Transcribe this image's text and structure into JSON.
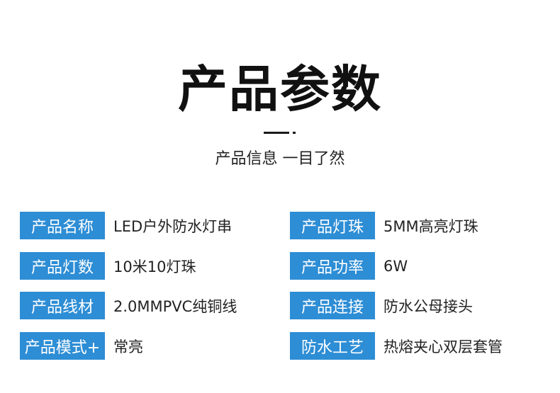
{
  "header": {
    "title": "产品参数",
    "subtitle": "产品信息 一目了然"
  },
  "specs": {
    "left": [
      {
        "label": "产品名称",
        "value": "LED户外防水灯串"
      },
      {
        "label": "产品灯数",
        "value": "10米10灯珠"
      },
      {
        "label": "产品线材",
        "value": "2.0MMPVC纯铜线"
      },
      {
        "label": "产品模式+",
        "value": "常亮"
      }
    ],
    "right": [
      {
        "label": "产品灯珠",
        "value": "5MM高亮灯珠"
      },
      {
        "label": "产品功率",
        "value": "6W"
      },
      {
        "label": "产品连接",
        "value": "防水公母接头"
      },
      {
        "label": "防水工艺",
        "value": "热熔夹心双层套管"
      }
    ]
  },
  "colors": {
    "label_background": "#2d8dd5",
    "label_text": "#ffffff",
    "text": "#222222"
  }
}
